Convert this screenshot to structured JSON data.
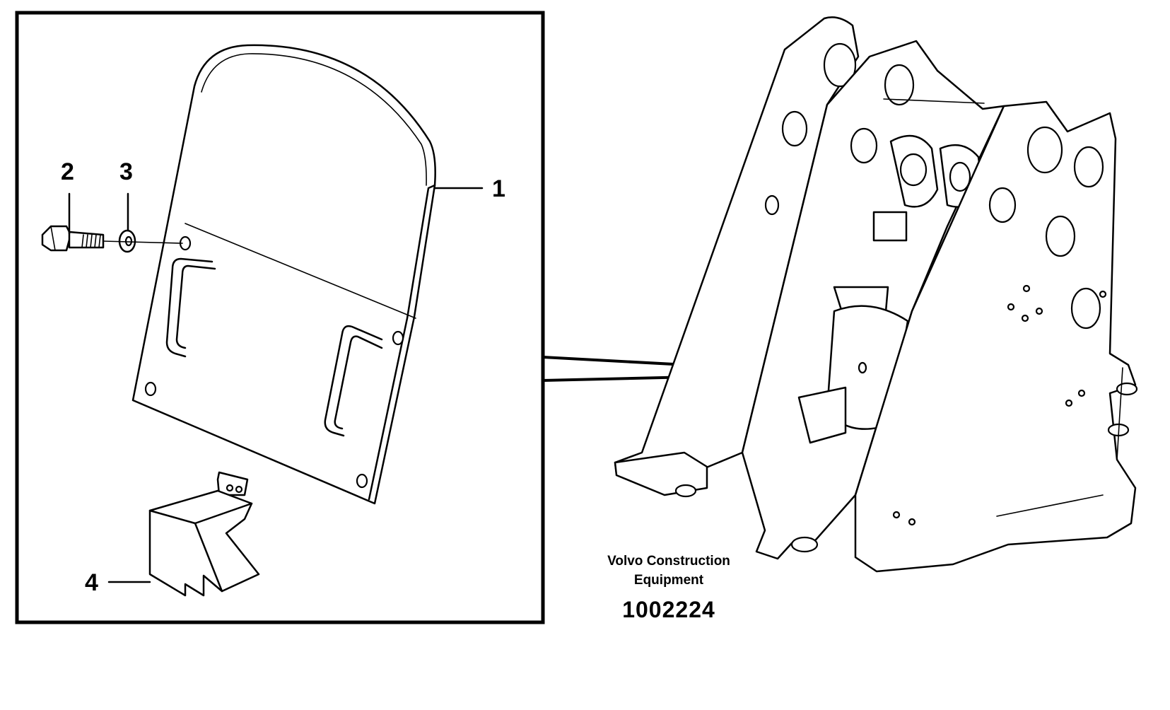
{
  "callouts": {
    "item1": "1",
    "item2": "2",
    "item3": "3",
    "item4": "4"
  },
  "caption": {
    "line1": "Volvo Construction",
    "line2": "Equipment",
    "number": "1002224"
  },
  "colors": {
    "ink": "#000000",
    "paper": "#ffffff"
  }
}
